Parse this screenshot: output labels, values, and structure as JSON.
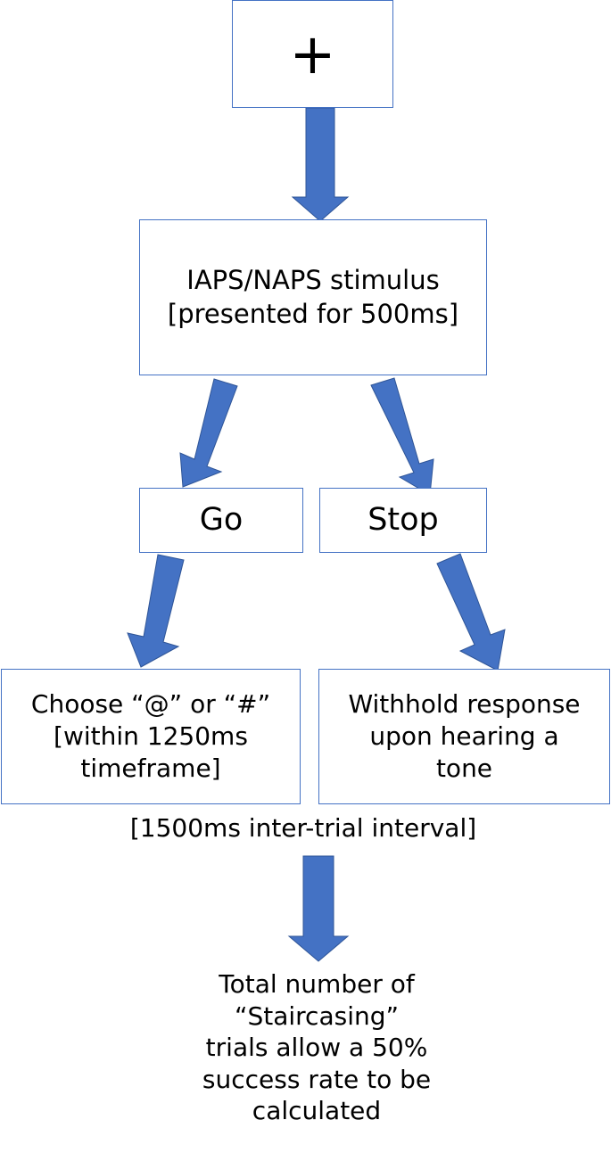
{
  "colors": {
    "arrow": "#4472c4",
    "arrow_edge": "#2f5597",
    "box_border": "#4472c4",
    "text": "#000000"
  },
  "fixation": {
    "symbol": "+"
  },
  "stimulus": {
    "lines": [
      "IAPS/NAPS stimulus",
      "[presented for 500ms]"
    ]
  },
  "go": {
    "label": "Go"
  },
  "stop": {
    "label": "Stop"
  },
  "go_response": {
    "lines": [
      "Choose “@” or “#”",
      "[within 1250ms",
      "timeframe]"
    ]
  },
  "stop_response": {
    "lines": [
      "Withhold response",
      "upon hearing a",
      "tone"
    ]
  },
  "interval": {
    "text": "[1500ms inter-trial interval]"
  },
  "outcome": {
    "lines": [
      "Total number of",
      "“Staircasing”",
      "trials allow a 50%",
      "success rate to be",
      "calculated"
    ]
  }
}
